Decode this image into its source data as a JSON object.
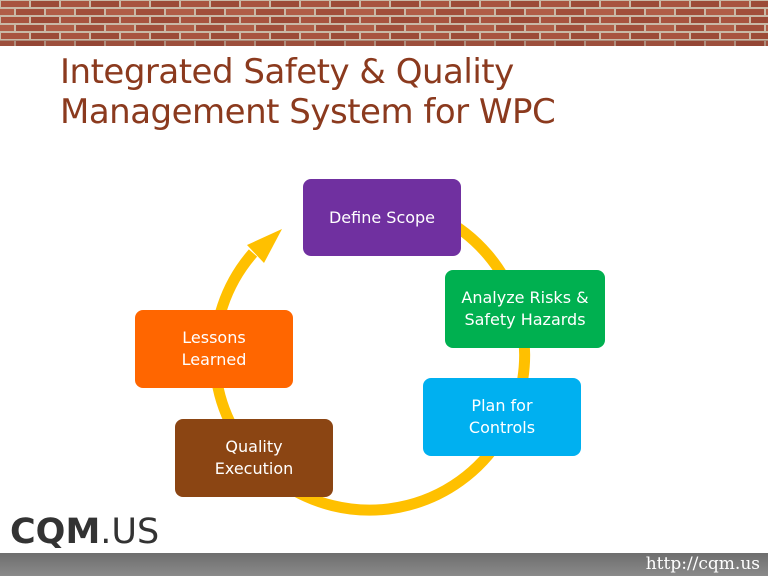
{
  "slide": {
    "title_line1": "Integrated Safety & Quality",
    "title_line2": "Management System for WPC"
  },
  "cycle": {
    "steps": [
      {
        "line1": "Define Scope",
        "line2": "",
        "color": "#7030A0"
      },
      {
        "line1": "Analyze Risks &",
        "line2": "Safety Hazards",
        "color": "#00B050"
      },
      {
        "line1": "Plan for",
        "line2": "Controls",
        "color": "#00B0F0"
      },
      {
        "line1": "Quality",
        "line2": "Execution",
        "color": "#8B4513"
      },
      {
        "line1": "Lessons",
        "line2": "Learned",
        "color": "#FF6600"
      }
    ],
    "arrow_color": "#FFC000"
  },
  "branding": {
    "logo_bold": "CQM",
    "logo_rest": ".US",
    "url": "http://cqm.us"
  },
  "colors": {
    "title": "#8B3A1E",
    "brick": "#A8533F",
    "mortar": "#C9B8A6",
    "footer": "#7A7A7A"
  }
}
